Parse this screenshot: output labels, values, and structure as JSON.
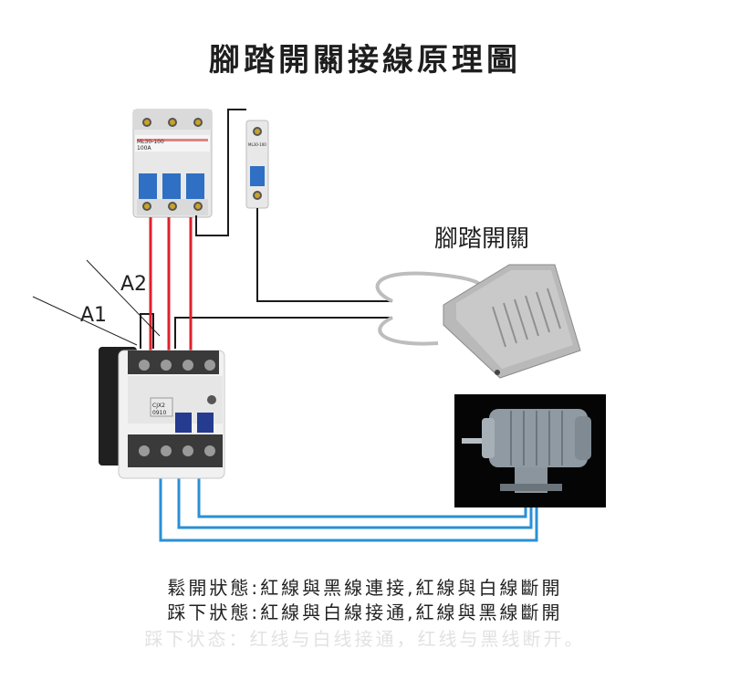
{
  "title": "腳踏開關接線原理圖",
  "labels": {
    "foot_switch": "腳踏開關",
    "a1": "A1",
    "a2": "A2",
    "breaker_model": "ML30-100",
    "breaker_rating": "100A",
    "single_breaker_model": "ML30-100",
    "contactor_model": "CJX2",
    "contactor_sub": "0910"
  },
  "notes": {
    "line1": "鬆開狀態:紅線與黑線連接,紅線與白線斷開",
    "line2": "踩下狀態:紅線與白線接通,紅線與黑線斷開",
    "line3": "踩下状态：红线与白线接通，红线与黑线断开。"
  },
  "colors": {
    "red_wire": "#e0202a",
    "black_wire": "#1a1a1a",
    "blue_wire": "#2a8fd6",
    "breaker_body": "#ececec",
    "breaker_handle": "#2f6fc4",
    "contactor_body": "#202020",
    "motor_bg": "#050505",
    "pedal_body": "#b9b9b9"
  }
}
